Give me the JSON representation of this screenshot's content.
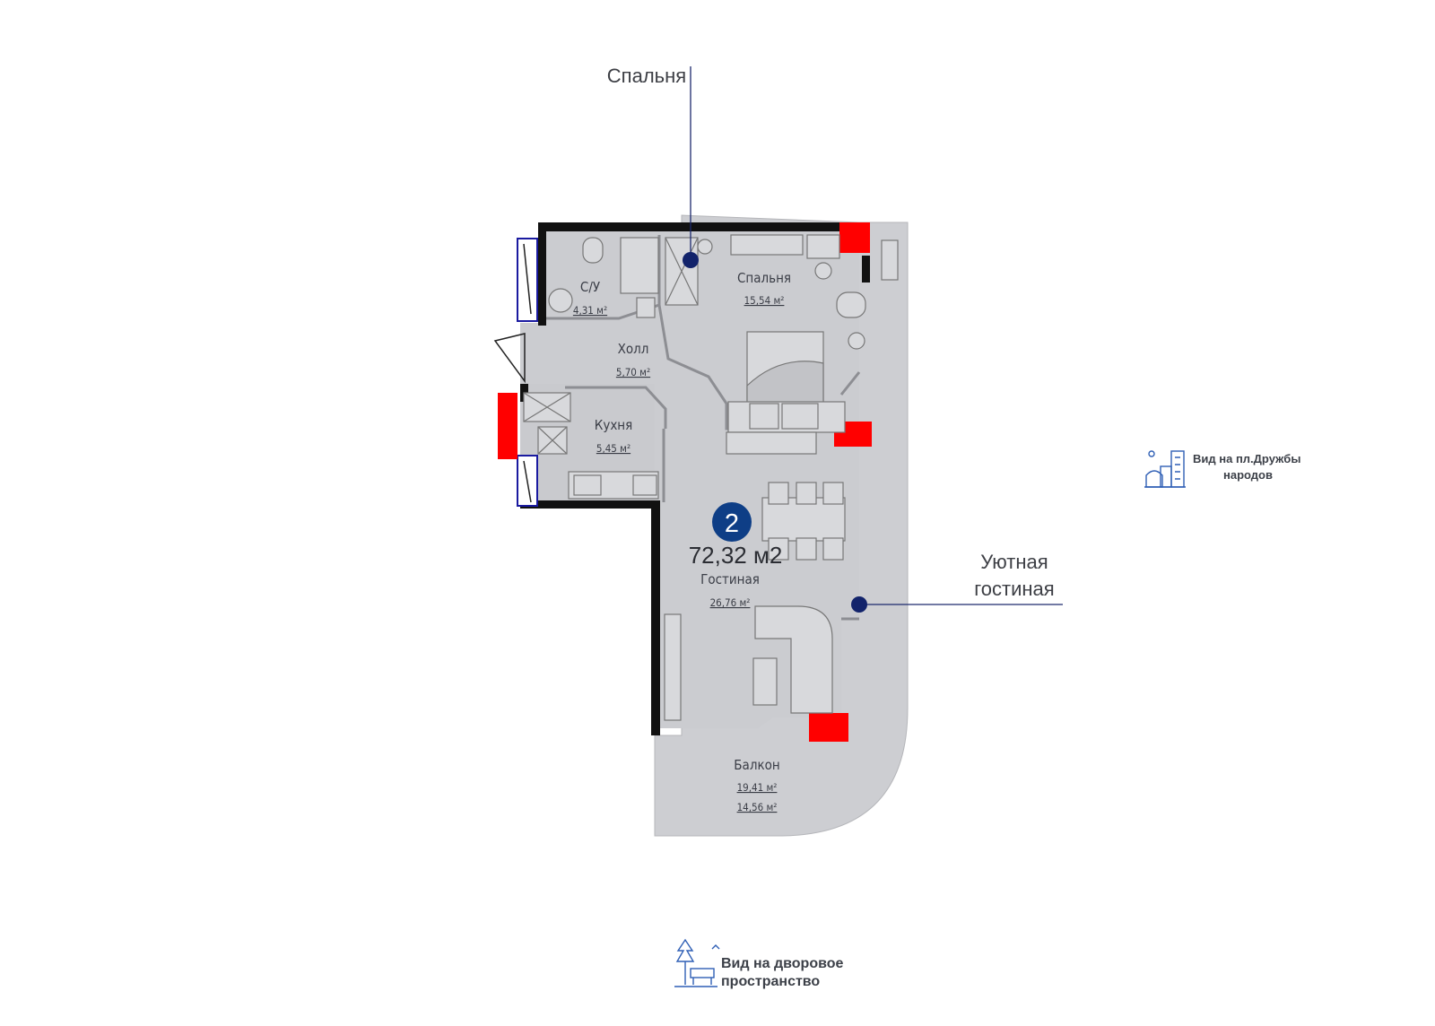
{
  "callouts": {
    "bedroom": "Спальня",
    "living_line1": "Уютная",
    "living_line2": "гостиная"
  },
  "rooms": {
    "bathroom": {
      "name": "С/У",
      "area": "4,31 м²"
    },
    "bedroom": {
      "name": "Спальня",
      "area": "15,54 м²"
    },
    "hall": {
      "name": "Холл",
      "area": "5,70 м²"
    },
    "kitchen": {
      "name": "Кухня",
      "area": "5,45 м²"
    },
    "living": {
      "name": "Гостиная",
      "area": "26,76 м²"
    },
    "balcony": {
      "name": "Балкон",
      "area1": "19,41 м²",
      "area2": "14,56 м²"
    }
  },
  "apartment": {
    "rooms_count": "2",
    "total_area": "72,32 м2"
  },
  "views": {
    "square": {
      "line1": "Вид на пл.Дружбы",
      "line2": "народов",
      "icon": "city-buildings-icon"
    },
    "yard": {
      "line1": "Вид на дворовое",
      "line2": "пространство",
      "icon": "yard-tree-bench-icon"
    }
  },
  "colors": {
    "floor": "#cfd0d4",
    "wall": "#111111",
    "window_marker": "#ff0000",
    "accent_dot": "#12236b",
    "view_icon": "#2f5fb5",
    "window_frame": "#1a1aa0"
  }
}
